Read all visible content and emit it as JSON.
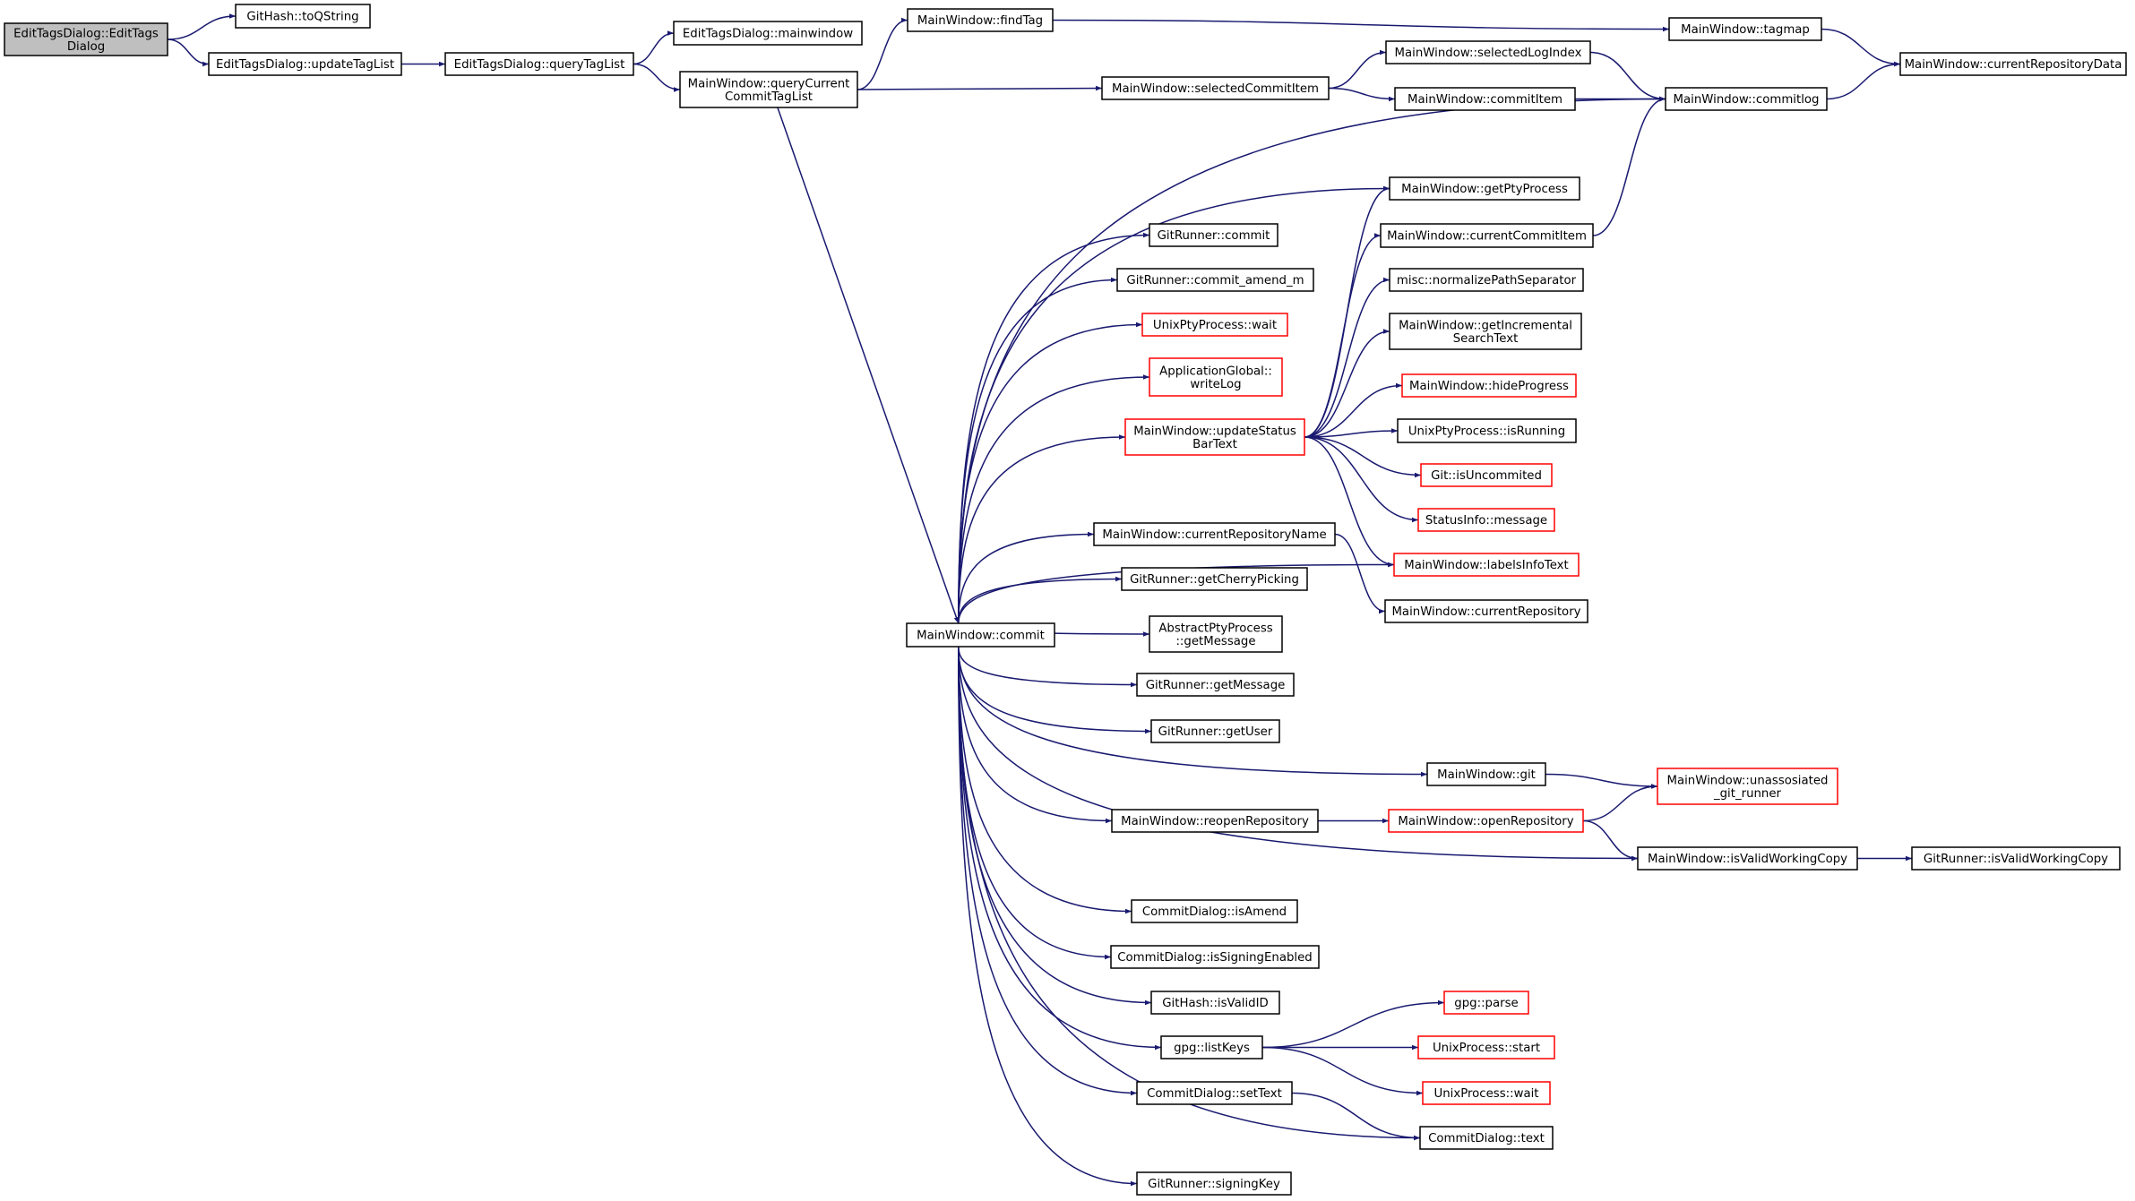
{
  "nodes": [
    {
      "id": "root",
      "lines": [
        "EditTagsDialog::EditTags",
        "Dialog"
      ],
      "border": "root"
    },
    {
      "id": "githash_toqstring",
      "lines": [
        "GitHash::toQString"
      ],
      "border": "black"
    },
    {
      "id": "updatetaglist",
      "lines": [
        "EditTagsDialog::updateTagList"
      ],
      "border": "black"
    },
    {
      "id": "querytaglist",
      "lines": [
        "EditTagsDialog::queryTagList"
      ],
      "border": "black"
    },
    {
      "id": "mainwindow_fn",
      "lines": [
        "EditTagsDialog::mainwindow"
      ],
      "border": "black"
    },
    {
      "id": "querycurrent",
      "lines": [
        "MainWindow::queryCurrent",
        "CommitTagList"
      ],
      "border": "black"
    },
    {
      "id": "findtag",
      "lines": [
        "MainWindow::findTag"
      ],
      "border": "black"
    },
    {
      "id": "tagmap",
      "lines": [
        "MainWindow::tagmap"
      ],
      "border": "black"
    },
    {
      "id": "currentrepodata",
      "lines": [
        "MainWindow::currentRepositoryData"
      ],
      "border": "black"
    },
    {
      "id": "selectedlogindex",
      "lines": [
        "MainWindow::selectedLogIndex"
      ],
      "border": "black"
    },
    {
      "id": "selectedcommititem",
      "lines": [
        "MainWindow::selectedCommitItem"
      ],
      "border": "black"
    },
    {
      "id": "commititem",
      "lines": [
        "MainWindow::commitItem"
      ],
      "border": "black"
    },
    {
      "id": "commitlog",
      "lines": [
        "MainWindow::commitlog"
      ],
      "border": "black"
    },
    {
      "id": "getptyprocess",
      "lines": [
        "MainWindow::getPtyProcess"
      ],
      "border": "black"
    },
    {
      "id": "gitrunner_commit",
      "lines": [
        "GitRunner::commit"
      ],
      "border": "black"
    },
    {
      "id": "currentcommititem",
      "lines": [
        "MainWindow::currentCommitItem"
      ],
      "border": "black"
    },
    {
      "id": "normalizepath",
      "lines": [
        "misc::normalizePathSeparator"
      ],
      "border": "black"
    },
    {
      "id": "commit_amend",
      "lines": [
        "GitRunner::commit_amend_m"
      ],
      "border": "black"
    },
    {
      "id": "unixpty_wait",
      "lines": [
        "UnixPtyProcess::wait"
      ],
      "border": "red"
    },
    {
      "id": "incsearch",
      "lines": [
        "MainWindow::getIncremental",
        "SearchText"
      ],
      "border": "black"
    },
    {
      "id": "writelog",
      "lines": [
        "ApplicationGlobal::",
        "writeLog"
      ],
      "border": "red"
    },
    {
      "id": "hideprogress",
      "lines": [
        "MainWindow::hideProgress"
      ],
      "border": "red"
    },
    {
      "id": "updatestatus",
      "lines": [
        "MainWindow::updateStatus",
        "BarText"
      ],
      "border": "red"
    },
    {
      "id": "isrunning",
      "lines": [
        "UnixPtyProcess::isRunning"
      ],
      "border": "black"
    },
    {
      "id": "isuncommited",
      "lines": [
        "Git::isUncommited"
      ],
      "border": "red"
    },
    {
      "id": "statusmessage",
      "lines": [
        "StatusInfo::message"
      ],
      "border": "red"
    },
    {
      "id": "currentreponame",
      "lines": [
        "MainWindow::currentRepositoryName"
      ],
      "border": "black"
    },
    {
      "id": "labelsinfotext",
      "lines": [
        "MainWindow::labelsInfoText"
      ],
      "border": "red"
    },
    {
      "id": "cherrypicking",
      "lines": [
        "GitRunner::getCherryPicking"
      ],
      "border": "black"
    },
    {
      "id": "currentrepository",
      "lines": [
        "MainWindow::currentRepository"
      ],
      "border": "black"
    },
    {
      "id": "mw_commit",
      "lines": [
        "MainWindow::commit"
      ],
      "border": "black"
    },
    {
      "id": "abstract_getmessage",
      "lines": [
        "AbstractPtyProcess",
        "::getMessage"
      ],
      "border": "black"
    },
    {
      "id": "gitrunner_getmessage",
      "lines": [
        "GitRunner::getMessage"
      ],
      "border": "black"
    },
    {
      "id": "getuser",
      "lines": [
        "GitRunner::getUser"
      ],
      "border": "black"
    },
    {
      "id": "mw_git",
      "lines": [
        "MainWindow::git"
      ],
      "border": "black"
    },
    {
      "id": "unassosiated",
      "lines": [
        "MainWindow::unassosiated",
        "_git_runner"
      ],
      "border": "red"
    },
    {
      "id": "reopenrepo",
      "lines": [
        "MainWindow::reopenRepository"
      ],
      "border": "black"
    },
    {
      "id": "openrepo",
      "lines": [
        "MainWindow::openRepository"
      ],
      "border": "red"
    },
    {
      "id": "mw_isvalidwc",
      "lines": [
        "MainWindow::isValidWorkingCopy"
      ],
      "border": "black"
    },
    {
      "id": "gr_isvalidwc",
      "lines": [
        "GitRunner::isValidWorkingCopy"
      ],
      "border": "black"
    },
    {
      "id": "isamend",
      "lines": [
        "CommitDialog::isAmend"
      ],
      "border": "black"
    },
    {
      "id": "issigning",
      "lines": [
        "CommitDialog::isSigningEnabled"
      ],
      "border": "black"
    },
    {
      "id": "isvalidid",
      "lines": [
        "GitHash::isValidID"
      ],
      "border": "black"
    },
    {
      "id": "gpg_parse",
      "lines": [
        "gpg::parse"
      ],
      "border": "red"
    },
    {
      "id": "listkeys",
      "lines": [
        "gpg::listKeys"
      ],
      "border": "black"
    },
    {
      "id": "unixproc_start",
      "lines": [
        "UnixProcess::start"
      ],
      "border": "red"
    },
    {
      "id": "settext",
      "lines": [
        "CommitDialog::setText"
      ],
      "border": "black"
    },
    {
      "id": "unixproc_wait",
      "lines": [
        "UnixProcess::wait"
      ],
      "border": "red"
    },
    {
      "id": "cd_text",
      "lines": [
        "CommitDialog::text"
      ],
      "border": "black"
    },
    {
      "id": "signingkey",
      "lines": [
        "GitRunner::signingKey"
      ],
      "border": "black"
    }
  ],
  "edges": [
    [
      "root",
      "githash_toqstring"
    ],
    [
      "root",
      "updatetaglist"
    ],
    [
      "updatetaglist",
      "querytaglist"
    ],
    [
      "querytaglist",
      "mainwindow_fn"
    ],
    [
      "querytaglist",
      "querycurrent"
    ],
    [
      "querycurrent",
      "findtag"
    ],
    [
      "querycurrent",
      "selectedcommititem"
    ],
    [
      "querycurrent",
      "mw_commit"
    ],
    [
      "findtag",
      "tagmap"
    ],
    [
      "tagmap",
      "currentrepodata"
    ],
    [
      "selectedcommititem",
      "selectedlogindex"
    ],
    [
      "selectedcommititem",
      "commititem"
    ],
    [
      "selectedlogindex",
      "commitlog"
    ],
    [
      "commititem",
      "commitlog"
    ],
    [
      "commitlog",
      "currentrepodata"
    ],
    [
      "currentcommititem",
      "commitlog"
    ],
    [
      "mw_commit",
      "commitlog"
    ],
    [
      "mw_commit",
      "getptyprocess"
    ],
    [
      "mw_commit",
      "gitrunner_commit"
    ],
    [
      "mw_commit",
      "commit_amend"
    ],
    [
      "mw_commit",
      "unixpty_wait"
    ],
    [
      "mw_commit",
      "writelog"
    ],
    [
      "mw_commit",
      "updatestatus"
    ],
    [
      "mw_commit",
      "labelsinfotext"
    ],
    [
      "mw_commit",
      "currentreponame"
    ],
    [
      "mw_commit",
      "cherrypicking"
    ],
    [
      "mw_commit",
      "abstract_getmessage"
    ],
    [
      "mw_commit",
      "gitrunner_getmessage"
    ],
    [
      "mw_commit",
      "getuser"
    ],
    [
      "mw_commit",
      "mw_git"
    ],
    [
      "mw_commit",
      "reopenrepo"
    ],
    [
      "mw_commit",
      "mw_isvalidwc"
    ],
    [
      "mw_commit",
      "isamend"
    ],
    [
      "mw_commit",
      "issigning"
    ],
    [
      "mw_commit",
      "isvalidid"
    ],
    [
      "mw_commit",
      "listkeys"
    ],
    [
      "mw_commit",
      "settext"
    ],
    [
      "mw_commit",
      "cd_text"
    ],
    [
      "mw_commit",
      "signingkey"
    ],
    [
      "updatestatus",
      "getptyprocess"
    ],
    [
      "updatestatus",
      "currentcommititem"
    ],
    [
      "updatestatus",
      "normalizepath"
    ],
    [
      "updatestatus",
      "incsearch"
    ],
    [
      "updatestatus",
      "hideprogress"
    ],
    [
      "updatestatus",
      "isrunning"
    ],
    [
      "updatestatus",
      "isuncommited"
    ],
    [
      "updatestatus",
      "statusmessage"
    ],
    [
      "updatestatus",
      "labelsinfotext"
    ],
    [
      "currentreponame",
      "currentrepository"
    ],
    [
      "mw_git",
      "unassosiated"
    ],
    [
      "reopenrepo",
      "openrepo"
    ],
    [
      "openrepo",
      "unassosiated"
    ],
    [
      "openrepo",
      "mw_isvalidwc"
    ],
    [
      "mw_isvalidwc",
      "gr_isvalidwc"
    ],
    [
      "listkeys",
      "gpg_parse"
    ],
    [
      "listkeys",
      "unixproc_start"
    ],
    [
      "listkeys",
      "unixproc_wait"
    ],
    [
      "settext",
      "cd_text"
    ]
  ],
  "colors": {
    "edge": "#191970",
    "root_fill": "#bfbfbf",
    "red_border": "#ff0000",
    "black_border": "#000000"
  }
}
